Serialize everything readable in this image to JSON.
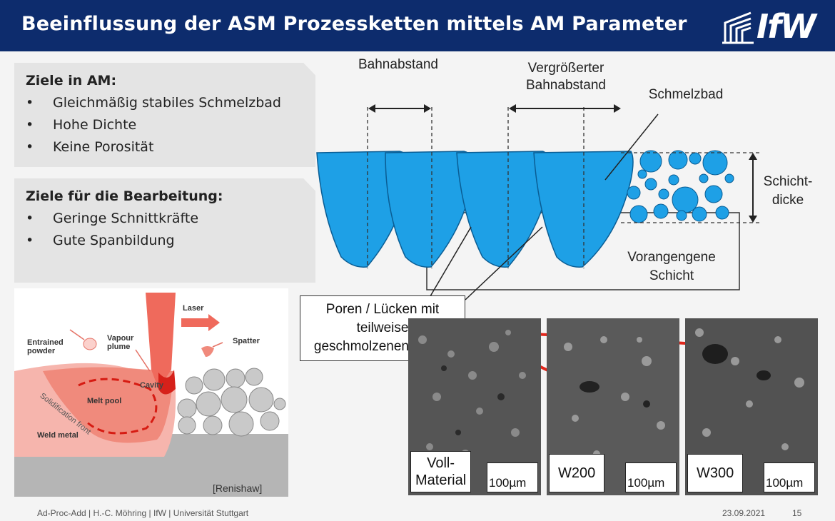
{
  "header": {
    "title": "Beeinflussung der ASM Prozessketten mittels AM Parameter",
    "logo_text": "IfW"
  },
  "goals_am": {
    "title": "Ziele in AM:",
    "items": [
      "Gleichmäßig stabiles Schmelzbad",
      "Hohe Dichte",
      "Keine Porosität"
    ]
  },
  "goals_machining": {
    "title": "Ziele für die Bearbeitung:",
    "items": [
      "Geringe Schnittkräfte",
      "Gute Spanbildung"
    ]
  },
  "track_diagram": {
    "label_track_spacing": "Bahnabstand",
    "label_increased_spacing_1": "Vergrößerter",
    "label_increased_spacing_2": "Bahnabstand",
    "label_melt_pool": "Schmelzbad",
    "label_layer_thickness_1": "Schicht-",
    "label_layer_thickness_2": "dicke",
    "label_previous_layer_1": "Vorangengene",
    "label_previous_layer_2": "Schicht",
    "melt_color": "#1ea0e6"
  },
  "callout": {
    "line1": "Poren / Lücken mit",
    "line2": "teilweise",
    "line3": "geschmolzenen Pulver",
    "arrow_color": "#e0261b"
  },
  "micrographs": [
    {
      "caption_line1": "Voll-",
      "caption_line2": "Material",
      "scale": "100µm"
    },
    {
      "caption_line1": "W200",
      "caption_line2": "",
      "scale": "100µm"
    },
    {
      "caption_line1": "W300",
      "caption_line2": "",
      "scale": "100µm"
    }
  ],
  "weld_figure": {
    "laser": "Laser",
    "entrained_1": "Entrained",
    "entrained_2": "powder",
    "vapour_1": "Vapour",
    "vapour_2": "plume",
    "spatter": "Spatter",
    "cavity": "Cavity",
    "melt_pool": "Melt pool",
    "solidification_front": "Solidification front",
    "weld_metal": "Weld metal",
    "source": "[Renishaw]"
  },
  "footer": {
    "left": "Ad-Proc-Add | H.-C. Möhring | IfW | Universität Stuttgart",
    "date": "23.09.2021",
    "page": "15"
  }
}
